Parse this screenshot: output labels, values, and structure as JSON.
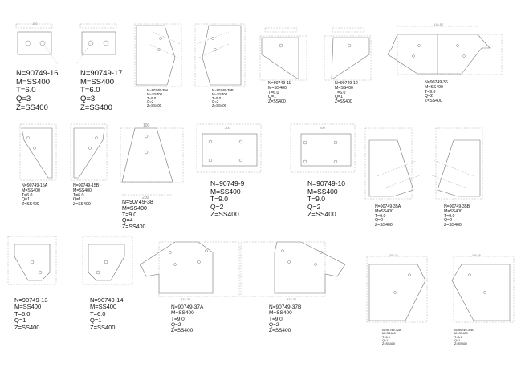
{
  "parts": [
    {
      "n": "N=90749-16",
      "m": "M=SS400",
      "t": "T=6.0",
      "q": "Q=3",
      "z": "Z=SS400"
    },
    {
      "n": "N=90749-17",
      "m": "M=SS400",
      "t": "T=6.0",
      "q": "Q=3",
      "z": "Z=SS400"
    },
    {
      "n": "N=90749-39A",
      "m": "M=SS400",
      "t": "T=9.0",
      "q": "Q=2",
      "z": "Z=SS400"
    },
    {
      "n": "N=90749-39B",
      "m": "M=SS400",
      "t": "T=9.0",
      "q": "Q=2",
      "z": "Z=SS400"
    },
    {
      "n": "N=90749-11",
      "m": "M=SS400",
      "t": "T=6.0",
      "q": "Q=1",
      "z": "Z=SS400"
    },
    {
      "n": "N=90749-12",
      "m": "M=SS400",
      "t": "T=6.0",
      "q": "Q=1",
      "z": "Z=SS400"
    },
    {
      "n": "N=90749-36",
      "m": "M=SS400",
      "t": "T=9.0",
      "q": "Q=2",
      "z": "Z=SS400"
    },
    {
      "n": "N=90749-15A",
      "m": "M=SS400",
      "t": "T=6.0",
      "q": "Q=1",
      "z": "Z=SS400"
    },
    {
      "n": "N=90749-15B",
      "m": "M=SS400",
      "t": "T=6.0",
      "q": "Q=1",
      "z": "Z=SS400"
    },
    {
      "n": "N=90749-38",
      "m": "M=SS400",
      "t": "T=9.0",
      "q": "Q=4",
      "z": "Z=SS400"
    },
    {
      "n": "N=90749-9",
      "m": "M=SS400",
      "t": "T=9.0",
      "q": "Q=2",
      "z": "Z=SS400"
    },
    {
      "n": "N=90749-10",
      "m": "M=SS400",
      "t": "T=9.0",
      "q": "Q=2",
      "z": "Z=SS400"
    },
    {
      "n": "N=90749-35A",
      "m": "M=SS400",
      "t": "T=9.0",
      "q": "Q=2",
      "z": "Z=SS400"
    },
    {
      "n": "N=90749-35B",
      "m": "M=SS400",
      "t": "T=9.0",
      "q": "Q=2",
      "z": "Z=SS400"
    },
    {
      "n": "N=90749-13",
      "m": "M=SS400",
      "t": "T=6.0",
      "q": "Q=1",
      "z": "Z=SS400"
    },
    {
      "n": "N=90749-14",
      "m": "M=SS400",
      "t": "T=6.0",
      "q": "Q=1",
      "z": "Z=SS400"
    },
    {
      "n": "N=90749-37A",
      "m": "M=SS400",
      "t": "T=9.0",
      "q": "Q=2",
      "z": "Z=SS400"
    },
    {
      "n": "N=90749-37B",
      "m": "M=SS400",
      "t": "T=9.0",
      "q": "Q=2",
      "z": "Z=SS400"
    },
    {
      "n": "N=90749-32A",
      "m": "M=SS400",
      "t": "T=6.0",
      "q": "Q=1",
      "z": "Z=SS400"
    },
    {
      "n": "N=90749-32B",
      "m": "M=SS400",
      "t": "T=6.0",
      "q": "Q=1",
      "z": "Z=SS400"
    }
  ],
  "dimensions": {
    "d16_width": "150",
    "d38_top": "100",
    "d38_bottom": "200",
    "d9_width": "200",
    "d10_width": "200",
    "d36_width": "516.57",
    "d37a_width": "334.36",
    "d37b_width": "334.36",
    "d32_width": "306.25"
  }
}
